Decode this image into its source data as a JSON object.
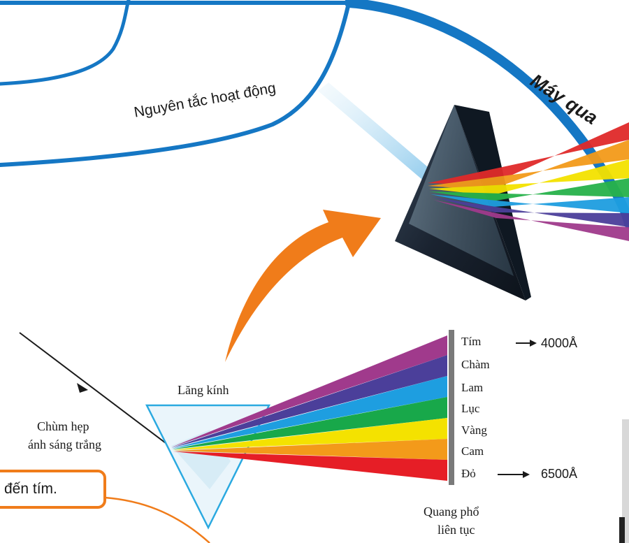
{
  "header": {
    "branch_label": "Nguyên tắc hoạt động",
    "title_partial": "Máy qua"
  },
  "prism_diagram": {
    "prism_label": "Lăng kính",
    "beam_label_line1": "Chùm hẹp",
    "beam_label_line2": "ánh sáng trắng",
    "bands": [
      {
        "name": "Tím",
        "color": "#a03a8c"
      },
      {
        "name": "Chàm",
        "color": "#4b3f9a"
      },
      {
        "name": "Lam",
        "color": "#1e9ee0"
      },
      {
        "name": "Lục",
        "color": "#18a84a"
      },
      {
        "name": "Vàng",
        "color": "#f4e200"
      },
      {
        "name": "Cam",
        "color": "#f39a1a"
      },
      {
        "name": "Đỏ",
        "color": "#e61e26"
      }
    ],
    "wavelength_violet": "4000",
    "wavelength_red": "6500",
    "wavelength_unit": "Å",
    "spectrum_caption_line1": "Quang phổ",
    "spectrum_caption_line2": "liên tục"
  },
  "callout": {
    "text": "đến tím."
  },
  "colors": {
    "branch_blue": "#1577c4",
    "accent_orange": "#f07c1a",
    "prism_dark": "#1c2430"
  }
}
